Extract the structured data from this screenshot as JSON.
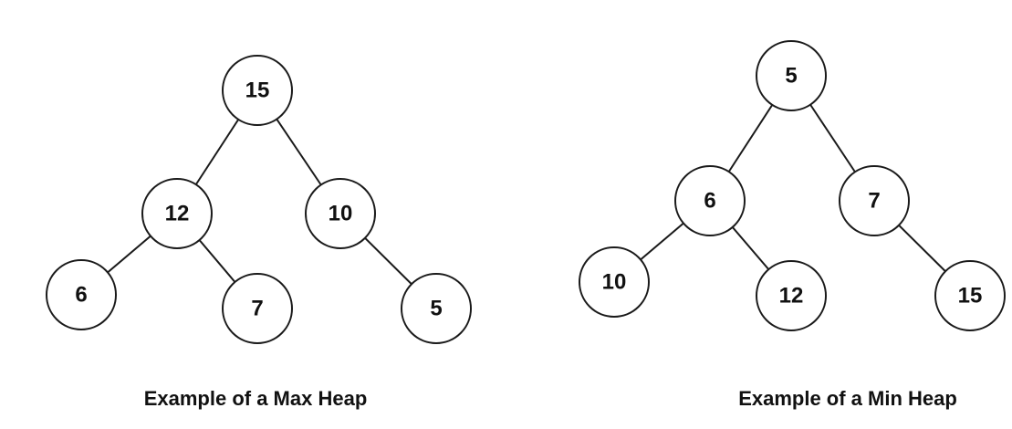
{
  "page": {
    "background_color": "#ffffff",
    "stroke_color": "#1a1a1a",
    "text_color": "#111111"
  },
  "diagram": {
    "type": "binary-heap-examples",
    "trees": [
      {
        "id": "max-heap",
        "caption": "Example of a Max Heap",
        "nodes": [
          {
            "value": "15"
          },
          {
            "value": "12"
          },
          {
            "value": "10"
          },
          {
            "value": "6"
          },
          {
            "value": "7"
          },
          {
            "value": "5"
          }
        ],
        "edges": [
          [
            "15",
            "12"
          ],
          [
            "15",
            "10"
          ],
          [
            "12",
            "6"
          ],
          [
            "12",
            "7"
          ],
          [
            "10",
            "5"
          ]
        ]
      },
      {
        "id": "min-heap",
        "caption": "Example of a Min Heap",
        "nodes": [
          {
            "value": "5"
          },
          {
            "value": "6"
          },
          {
            "value": "7"
          },
          {
            "value": "10"
          },
          {
            "value": "12"
          },
          {
            "value": "15"
          }
        ],
        "edges": [
          [
            "5",
            "6"
          ],
          [
            "5",
            "7"
          ],
          [
            "6",
            "10"
          ],
          [
            "6",
            "12"
          ],
          [
            "7",
            "15"
          ]
        ]
      }
    ]
  }
}
